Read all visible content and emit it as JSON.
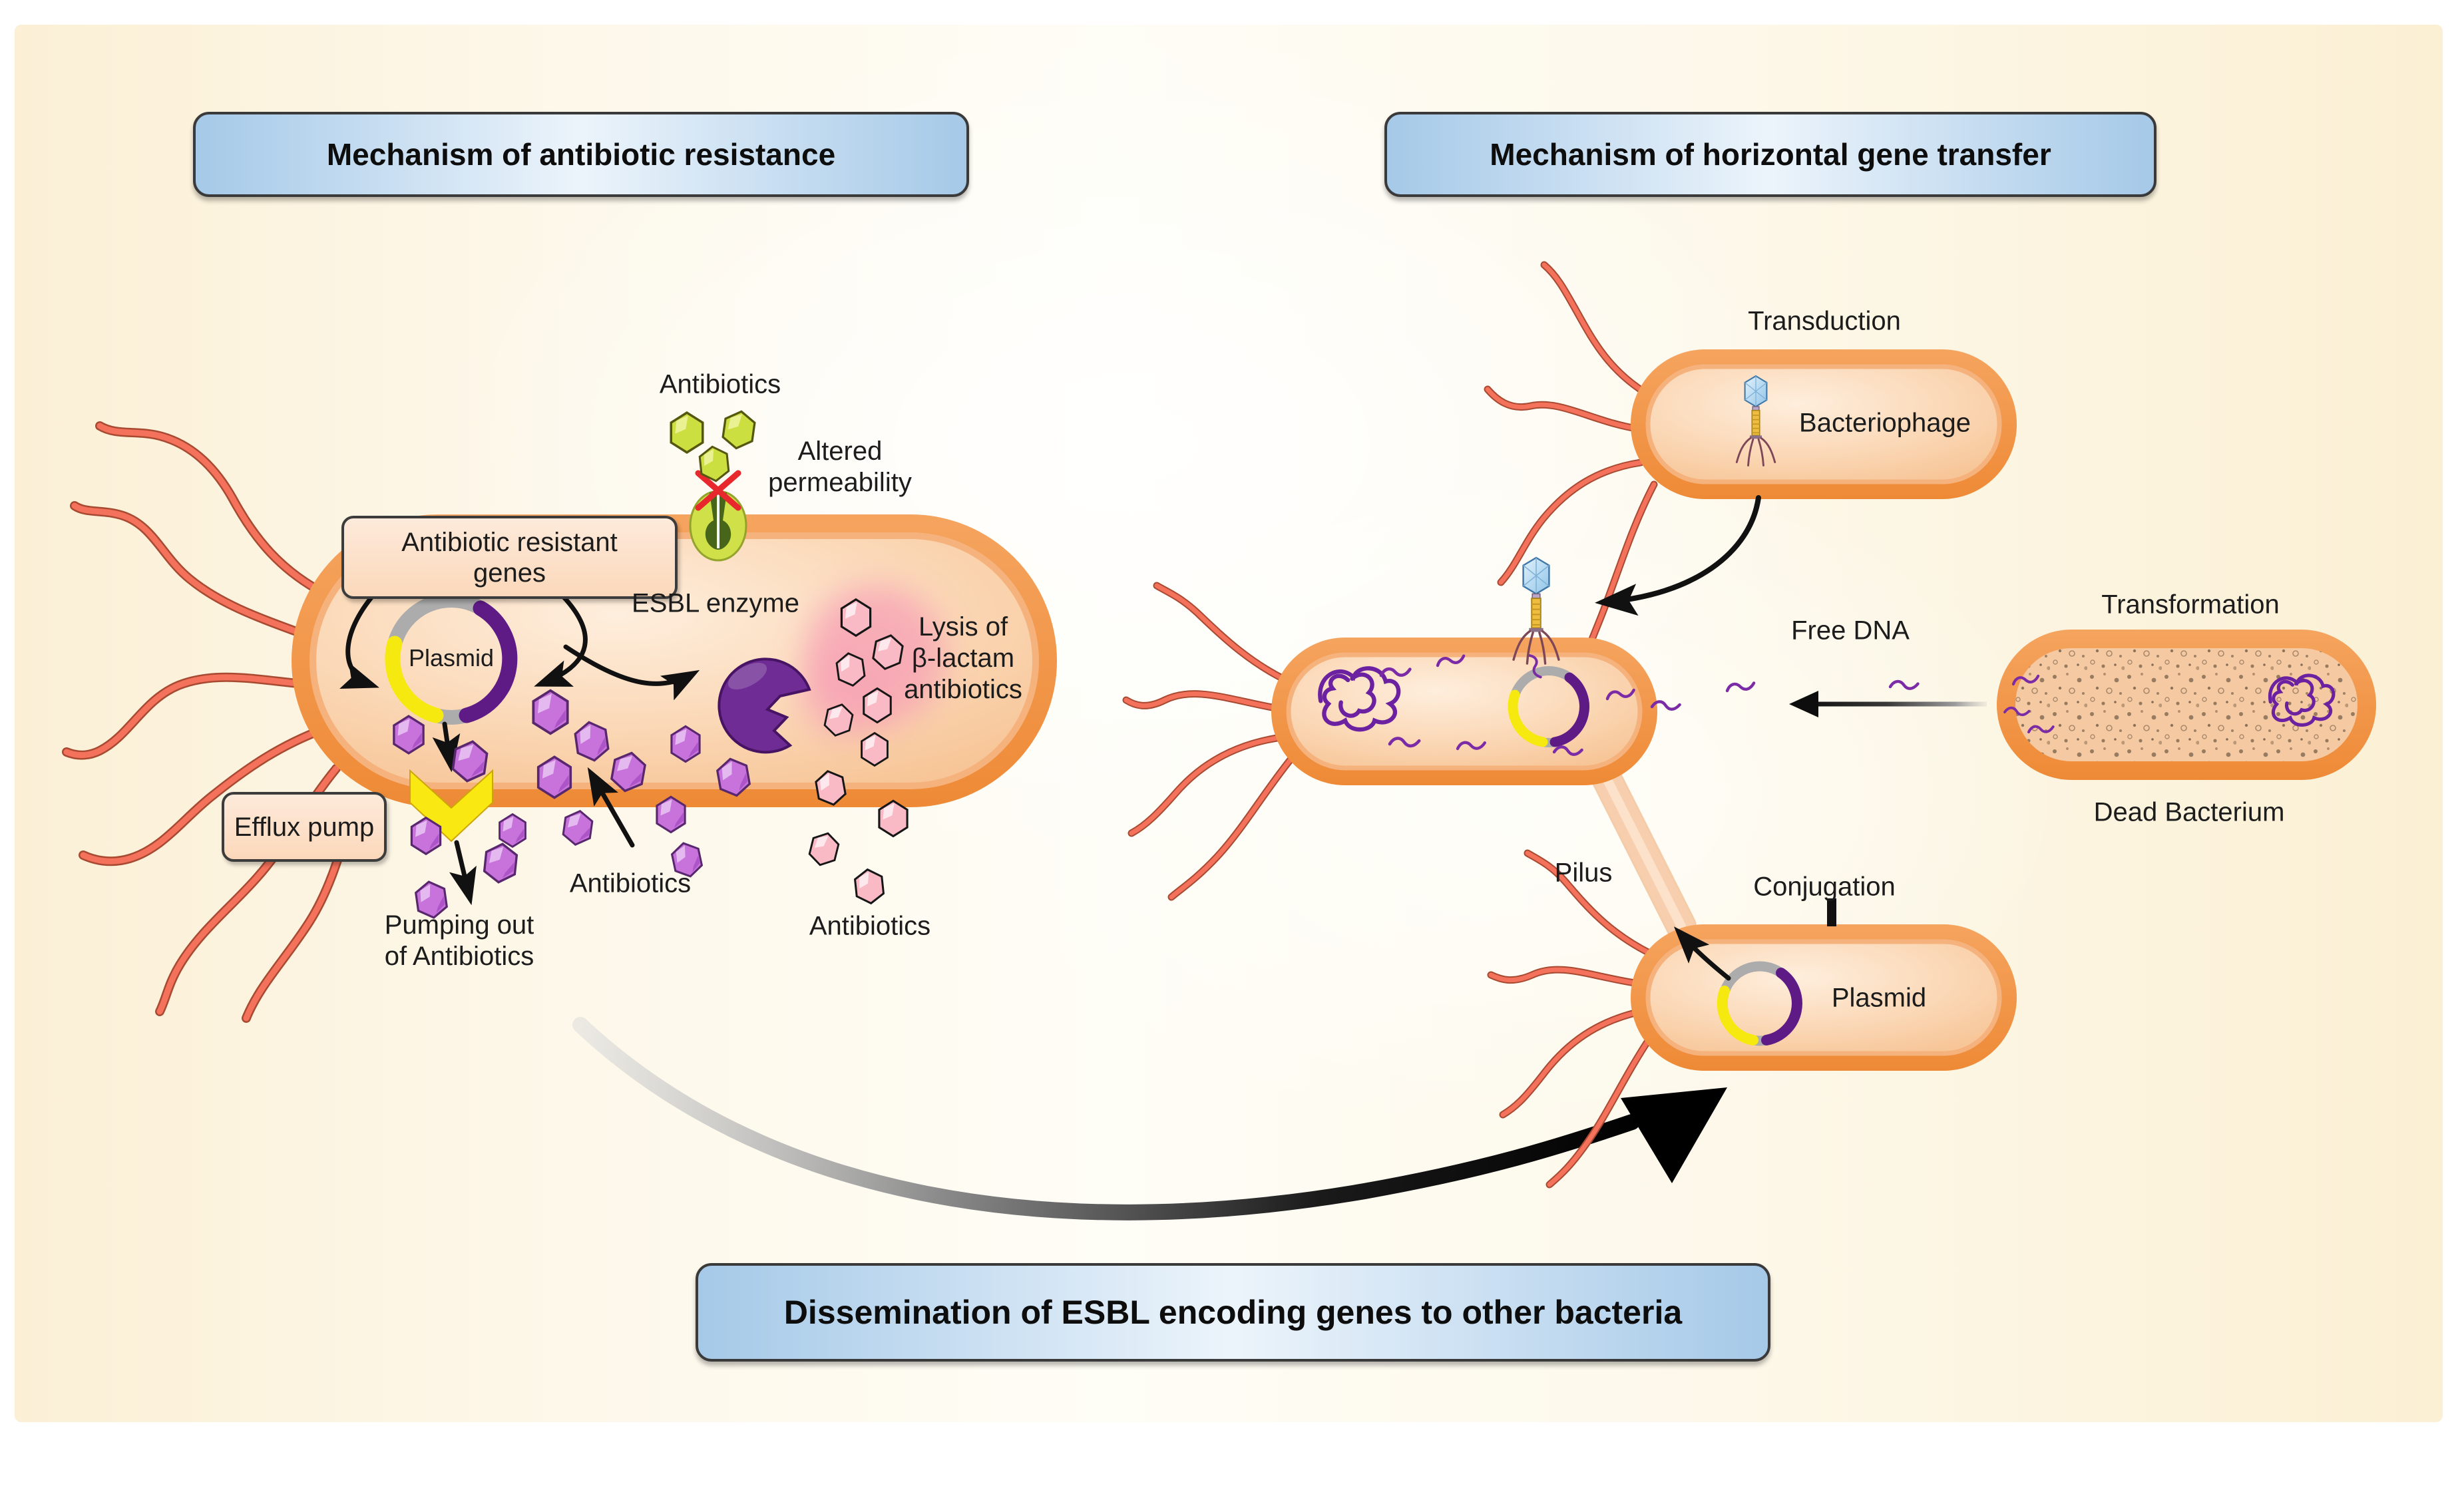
{
  "headers": {
    "left": "Mechanism of antibiotic resistance",
    "right": "Mechanism of horizontal gene transfer",
    "bottom": "Dissemination of ESBL encoding genes to other bacteria"
  },
  "left_panel": {
    "antibiotics_top": "Antibiotics",
    "altered_permeability": "Altered\npermeability",
    "resistant_genes": "Antibiotic resistant\ngenes",
    "plasmid": "Plasmid",
    "esbl_enzyme": "ESBL enzyme",
    "lysis": "Lysis of\nβ-lactam\nantibiotics",
    "efflux_pump": "Efflux pump",
    "antibiotics_inner": "Antibiotics",
    "pumping_out": "Pumping out\nof Antibiotics",
    "antibiotics_lysed": "Antibiotics"
  },
  "right_panel": {
    "transduction": "Transduction",
    "bacteriophage": "Bacteriophage",
    "free_dna": "Free DNA",
    "transformation": "Transformation",
    "dead_bacterium": "Dead Bacterium",
    "pilus": "Pilus",
    "conjugation": "Conjugation",
    "plasmid": "Plasmid"
  },
  "colors": {
    "header_fill": "#a5c9e8",
    "header_border": "#3a3a3a",
    "canvas_cream": "#fbf0d6",
    "bacterium_rim": "#f0903e",
    "bacterium_body": "#fbd9b8",
    "label_box_fill": "#fbd8ba",
    "flagella": "#f4715b",
    "plasmid_gray": "#acacac",
    "plasmid_purple": "#5e1b86",
    "plasmid_yellow": "#f6e90f",
    "antibiotic_purple": "#c873dc",
    "antibiotic_green": "#ccdf41",
    "antibiotic_pink": "#f9bac6",
    "enzyme_purple": "#6e2c94",
    "efflux_yellow": "#f9e811",
    "phage_head_blue": "#b9ddf2",
    "phage_tail_yellow": "#eebd3f",
    "dna_purple": "#7b2ba6",
    "red_x": "#e7282c",
    "lysis_glow": "#f7a2b5",
    "arrow_black": "#111111"
  }
}
